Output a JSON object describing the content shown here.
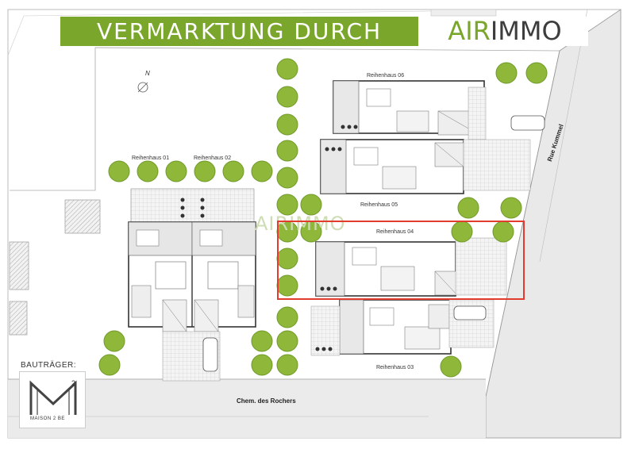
{
  "banner": {
    "left_text": "VERMARKTUNG DURCH",
    "brand_part1": "AIR",
    "brand_part2": "IMMO"
  },
  "houses": {
    "h01": "Reihenhaus 01",
    "h02": "Reihenhaus 02",
    "h03": "Reihenhaus 03",
    "h04": "Reihenhaus 04",
    "h05": "Reihenhaus 05",
    "h06": "Reihenhaus 06"
  },
  "streets": {
    "main": "Chem. des Rochers",
    "side": "Rue Kummel"
  },
  "north": "N",
  "watermark": "AIRIMMO",
  "builder": {
    "title": "BAUTRÄGER:",
    "logo_letter": "M",
    "logo_sup": "2",
    "name": "MAISON 2 BE"
  },
  "colors": {
    "accent_green": "#7aa62c",
    "highlight_red": "#e23c2f",
    "tree_green": "#8fb83a"
  }
}
